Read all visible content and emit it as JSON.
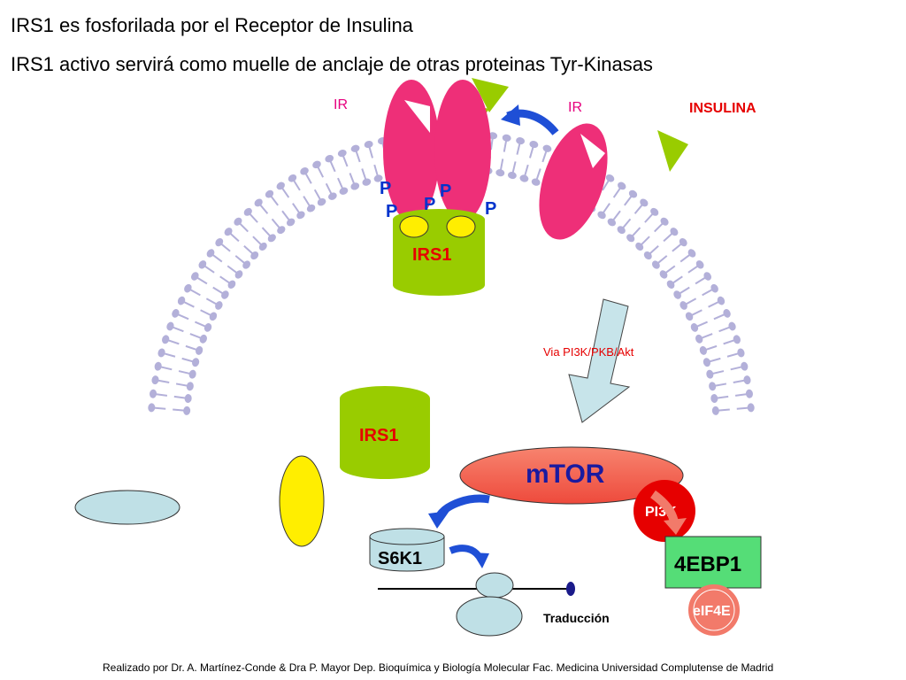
{
  "titles": {
    "line1": "IRS1 es fosforilada por el Receptor de Insulina",
    "line2": "IRS1 activo servirá como muelle de anclaje de otras proteinas Tyr-Kinasas"
  },
  "labels": {
    "ir_left": "IR",
    "ir_right": "IR",
    "insulina": "INSULINA",
    "p": "P",
    "irs1_top": "IRS1",
    "irs1_bottom": "IRS1",
    "via": "Via PI3K/PKB/Akt",
    "mtor": "mTOR",
    "pi3k": "PI3K",
    "s6k1": "S6K1",
    "ebp1": "4EBP1",
    "eif4e": "eIF4E",
    "traduccion": "Traducción"
  },
  "footer": "Realizado por Dr. A. Martínez-Conde & Dra P. Mayor Dep. Bioquímica y Biología Molecular Fac. Medicina Universidad Complutense de Madrid",
  "colors": {
    "receptor": "#ee2f78",
    "insulin": "#99cc00",
    "irs1": "#99cc00",
    "irs1_text": "#e60000",
    "membrane": "#b3b0d9",
    "phospho": "#0033cc",
    "yellow_site": "#ffee00",
    "arrow_blue": "#1f4fd6",
    "pathway_arrow": "#c7e4ea",
    "mtor": "#f25a4a",
    "mtor_text": "#1a1aa0",
    "pi3k": "#e60000",
    "s6k1": "#bfe0e6",
    "ebp1": "#55dd77",
    "eif4e": "#f27a6a",
    "ribosome": "#bfe0e6",
    "red_label": "#e60000",
    "ir_label": "#e6007e"
  }
}
